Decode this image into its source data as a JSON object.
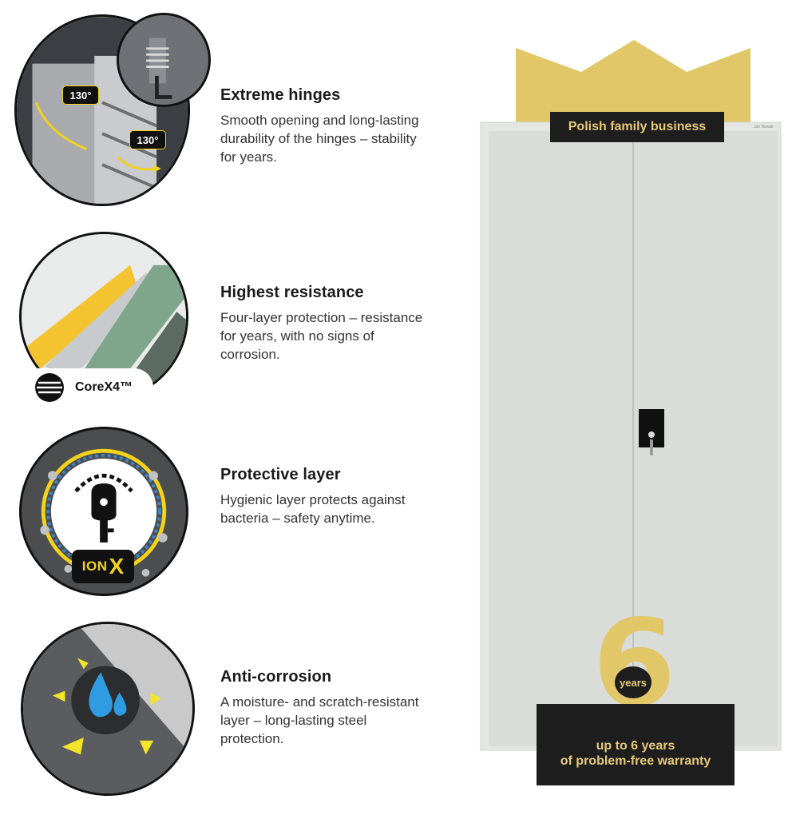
{
  "features": [
    {
      "title": "Extreme hinges",
      "desc": "Smooth opening and long-lasting durability of the hinges – stability for years."
    },
    {
      "title": "Highest resistance",
      "desc": "Four-layer protection – resistance for years, with no signs of corrosion."
    },
    {
      "title": "Protective layer",
      "desc": "Hygienic layer protects against bacteria – safety anytime."
    },
    {
      "title": "Anti-corrosion",
      "desc": "A moisture- and scratch-resistant layer – long-lasting steel protection."
    }
  ],
  "hinge_angle_1": "130°",
  "hinge_angle_2": "130°",
  "corex_label": "CoreX4™",
  "ionx": {
    "ion": "ION",
    "x": "X"
  },
  "cabinet": {
    "top_banner": "Polish family business",
    "brand_mark": "Jan Nowak",
    "warranty_digit": "6",
    "warranty_unit": "years",
    "warranty_line1": "up to 6 years",
    "warranty_line2": "of problem-free warranty"
  },
  "colors": {
    "accent_gold": "#e2c769",
    "dark": "#1e1e1e",
    "yellow": "#f3d21c",
    "cabinet_grey": "#d9dcd9"
  }
}
